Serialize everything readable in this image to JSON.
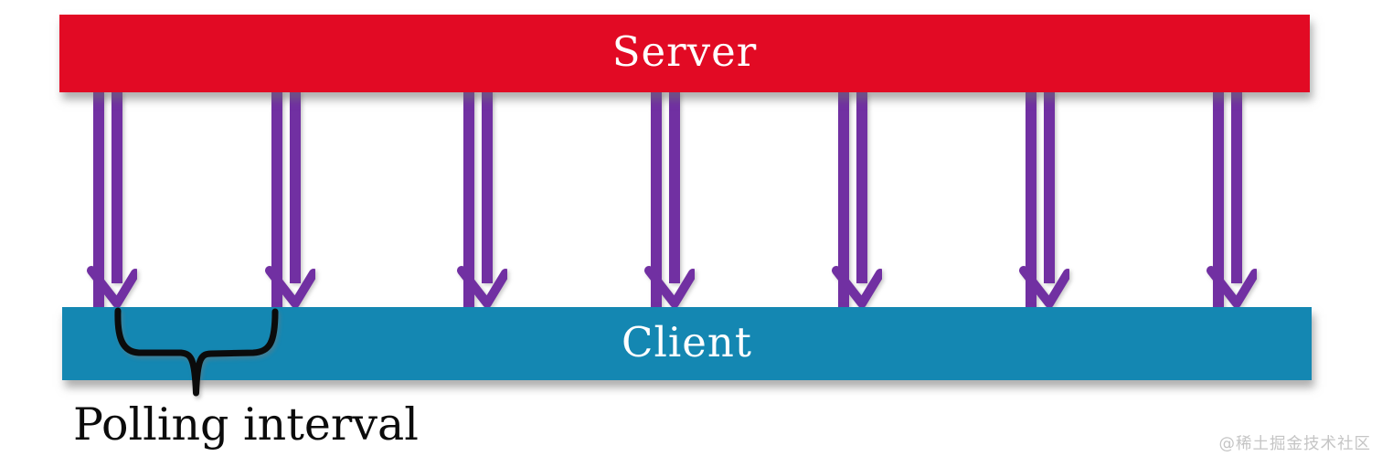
{
  "diagram": {
    "server_label": "Server",
    "client_label": "Client",
    "annotation_label": "Polling interval",
    "watermark": "@稀土掘金技术社区",
    "arrows": {
      "direction": "server-to-client",
      "count": 7,
      "centers_x": [
        120,
        315,
        525,
        730,
        935,
        1140,
        1345
      ]
    },
    "colors": {
      "background": "#FFFFFF",
      "server_bar": "#E20A24",
      "client_bar": "#1487B2",
      "arrow": "#7130A2",
      "bar_text": "#FFFFFF",
      "brace": "#0B0B0B",
      "annotation_text": "#0B0B0B",
      "watermark_text": "#C5C5C5"
    }
  }
}
